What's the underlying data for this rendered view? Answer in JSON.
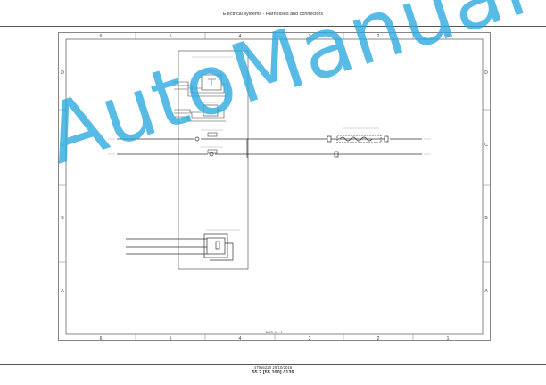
{
  "header": {
    "title": "Electrical systems - Harnesses and connectors"
  },
  "drawing": {
    "columns": [
      "6",
      "5",
      "4",
      "3",
      "2",
      "1"
    ],
    "rows": [
      "D",
      "C",
      "B",
      "A"
    ],
    "sheet_ref": "DWG_01 - 1"
  },
  "footer": {
    "doc_code": "47916220 26/10/2016",
    "page_ref": "55.2 [55.100] / 139"
  },
  "watermark": {
    "text": "AutoManual",
    "color": "#2aa8e0"
  }
}
